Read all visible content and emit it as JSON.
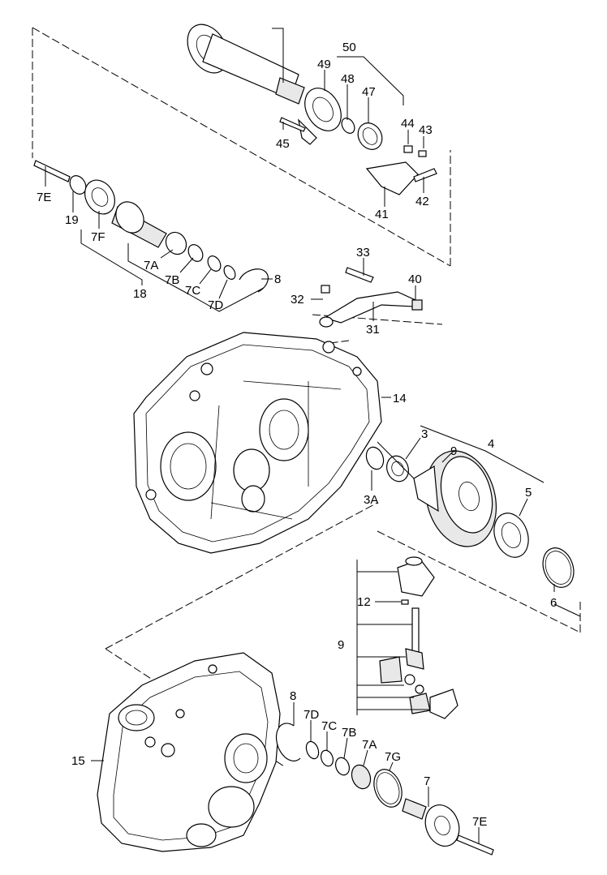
{
  "diagram": {
    "labels": {
      "l50": "50",
      "l49": "49",
      "l48": "48",
      "l47": "47",
      "l44": "44",
      "l43": "43",
      "l45": "45",
      "l41": "41",
      "l42": "42",
      "l7e_top": "7E",
      "l19": "19",
      "l7f": "7F",
      "l7a_top": "7A",
      "l7b_top": "7B",
      "l7c_top": "7C",
      "l7d_top": "7D",
      "l8_top": "8",
      "l18": "18",
      "l33": "33",
      "l32": "32",
      "l40": "40",
      "l31": "31",
      "l14": "14",
      "l3": "3",
      "l9_top": "9",
      "l4": "4",
      "l5": "5",
      "l3a": "3A",
      "l6": "6",
      "l12": "12",
      "l9_mid": "9",
      "l15": "15",
      "l8_bot": "8",
      "l7d_bot": "7D",
      "l7c_bot": "7C",
      "l7b_bot": "7B",
      "l7a_bot": "7A",
      "l7g": "7G",
      "l7": "7",
      "l7e_bot": "7E"
    }
  }
}
